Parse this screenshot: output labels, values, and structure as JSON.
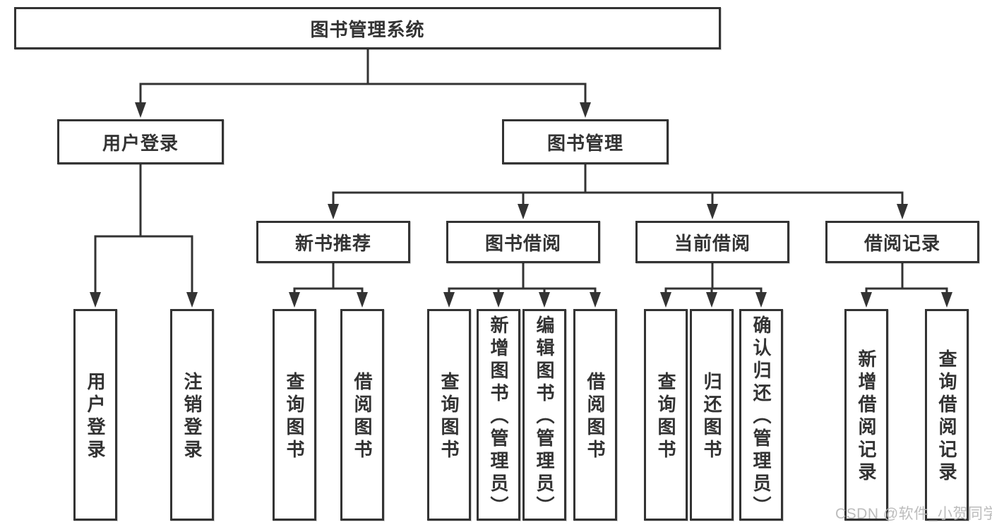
{
  "tree": {
    "label": "图书管理系统",
    "children": [
      {
        "label": "用户登录",
        "children": [
          {
            "label": "用户登录"
          },
          {
            "label": "注销登录"
          }
        ]
      },
      {
        "label": "图书管理",
        "children": [
          {
            "label": "新书推荐",
            "children": [
              {
                "label": "查询图书"
              },
              {
                "label": "借阅图书"
              }
            ]
          },
          {
            "label": "图书借阅",
            "children": [
              {
                "label": "查询图书"
              },
              {
                "label": "新增图书（管理员）"
              },
              {
                "label": "编辑图书（管理员）"
              },
              {
                "label": "借阅图书"
              }
            ]
          },
          {
            "label": "当前借阅",
            "children": [
              {
                "label": "查询图书"
              },
              {
                "label": "归还图书"
              },
              {
                "label": "确认归还（管理员）"
              }
            ]
          },
          {
            "label": "借阅记录",
            "children": [
              {
                "label": "新增借阅记录"
              },
              {
                "label": "查询借阅记录"
              }
            ]
          }
        ]
      }
    ]
  },
  "watermark": {
    "text": "CSDN @软件_小贺同学"
  },
  "colors": {
    "line": "#333333",
    "text": "#333333",
    "background": "#ffffff",
    "watermark": "#b8b8b8"
  }
}
